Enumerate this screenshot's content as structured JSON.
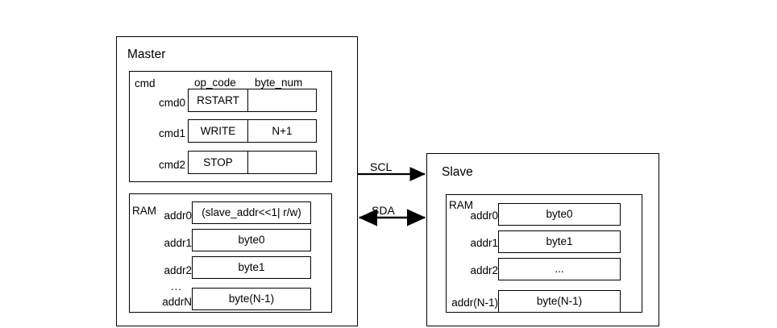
{
  "diagram": {
    "master": {
      "title": "Master",
      "cmd_block": {
        "label": "cmd",
        "columns": [
          "op_code",
          "byte_num"
        ],
        "rows": [
          {
            "name": "cmd0",
            "op_code": "RSTART",
            "byte_num": ""
          },
          {
            "name": "cmd1",
            "op_code": "WRITE",
            "byte_num": "N+1"
          },
          {
            "name": "cmd2",
            "op_code": "STOP",
            "byte_num": ""
          }
        ]
      },
      "ram_block": {
        "label": "RAM",
        "rows": [
          {
            "addr": "addr0",
            "value": "(slave_addr<<1| r/w)"
          },
          {
            "addr": "addr1",
            "value": "byte0"
          },
          {
            "addr": "addr2",
            "value": "byte1"
          },
          {
            "addr": "addrN",
            "value": "byte(N-1)"
          }
        ],
        "ellipsis": "..."
      }
    },
    "slave": {
      "title": "Slave",
      "ram_block": {
        "label": "RAM",
        "rows": [
          {
            "addr": "addr0",
            "value": "byte0"
          },
          {
            "addr": "addr1",
            "value": "byte1"
          },
          {
            "addr": "addr2",
            "value": "..."
          },
          {
            "addr": "addr(N-1)",
            "value": "byte(N-1)"
          }
        ]
      }
    },
    "signals": [
      {
        "name": "SCL",
        "direction": "master-to-slave"
      },
      {
        "name": "SDA",
        "direction": "bidirectional"
      }
    ]
  }
}
